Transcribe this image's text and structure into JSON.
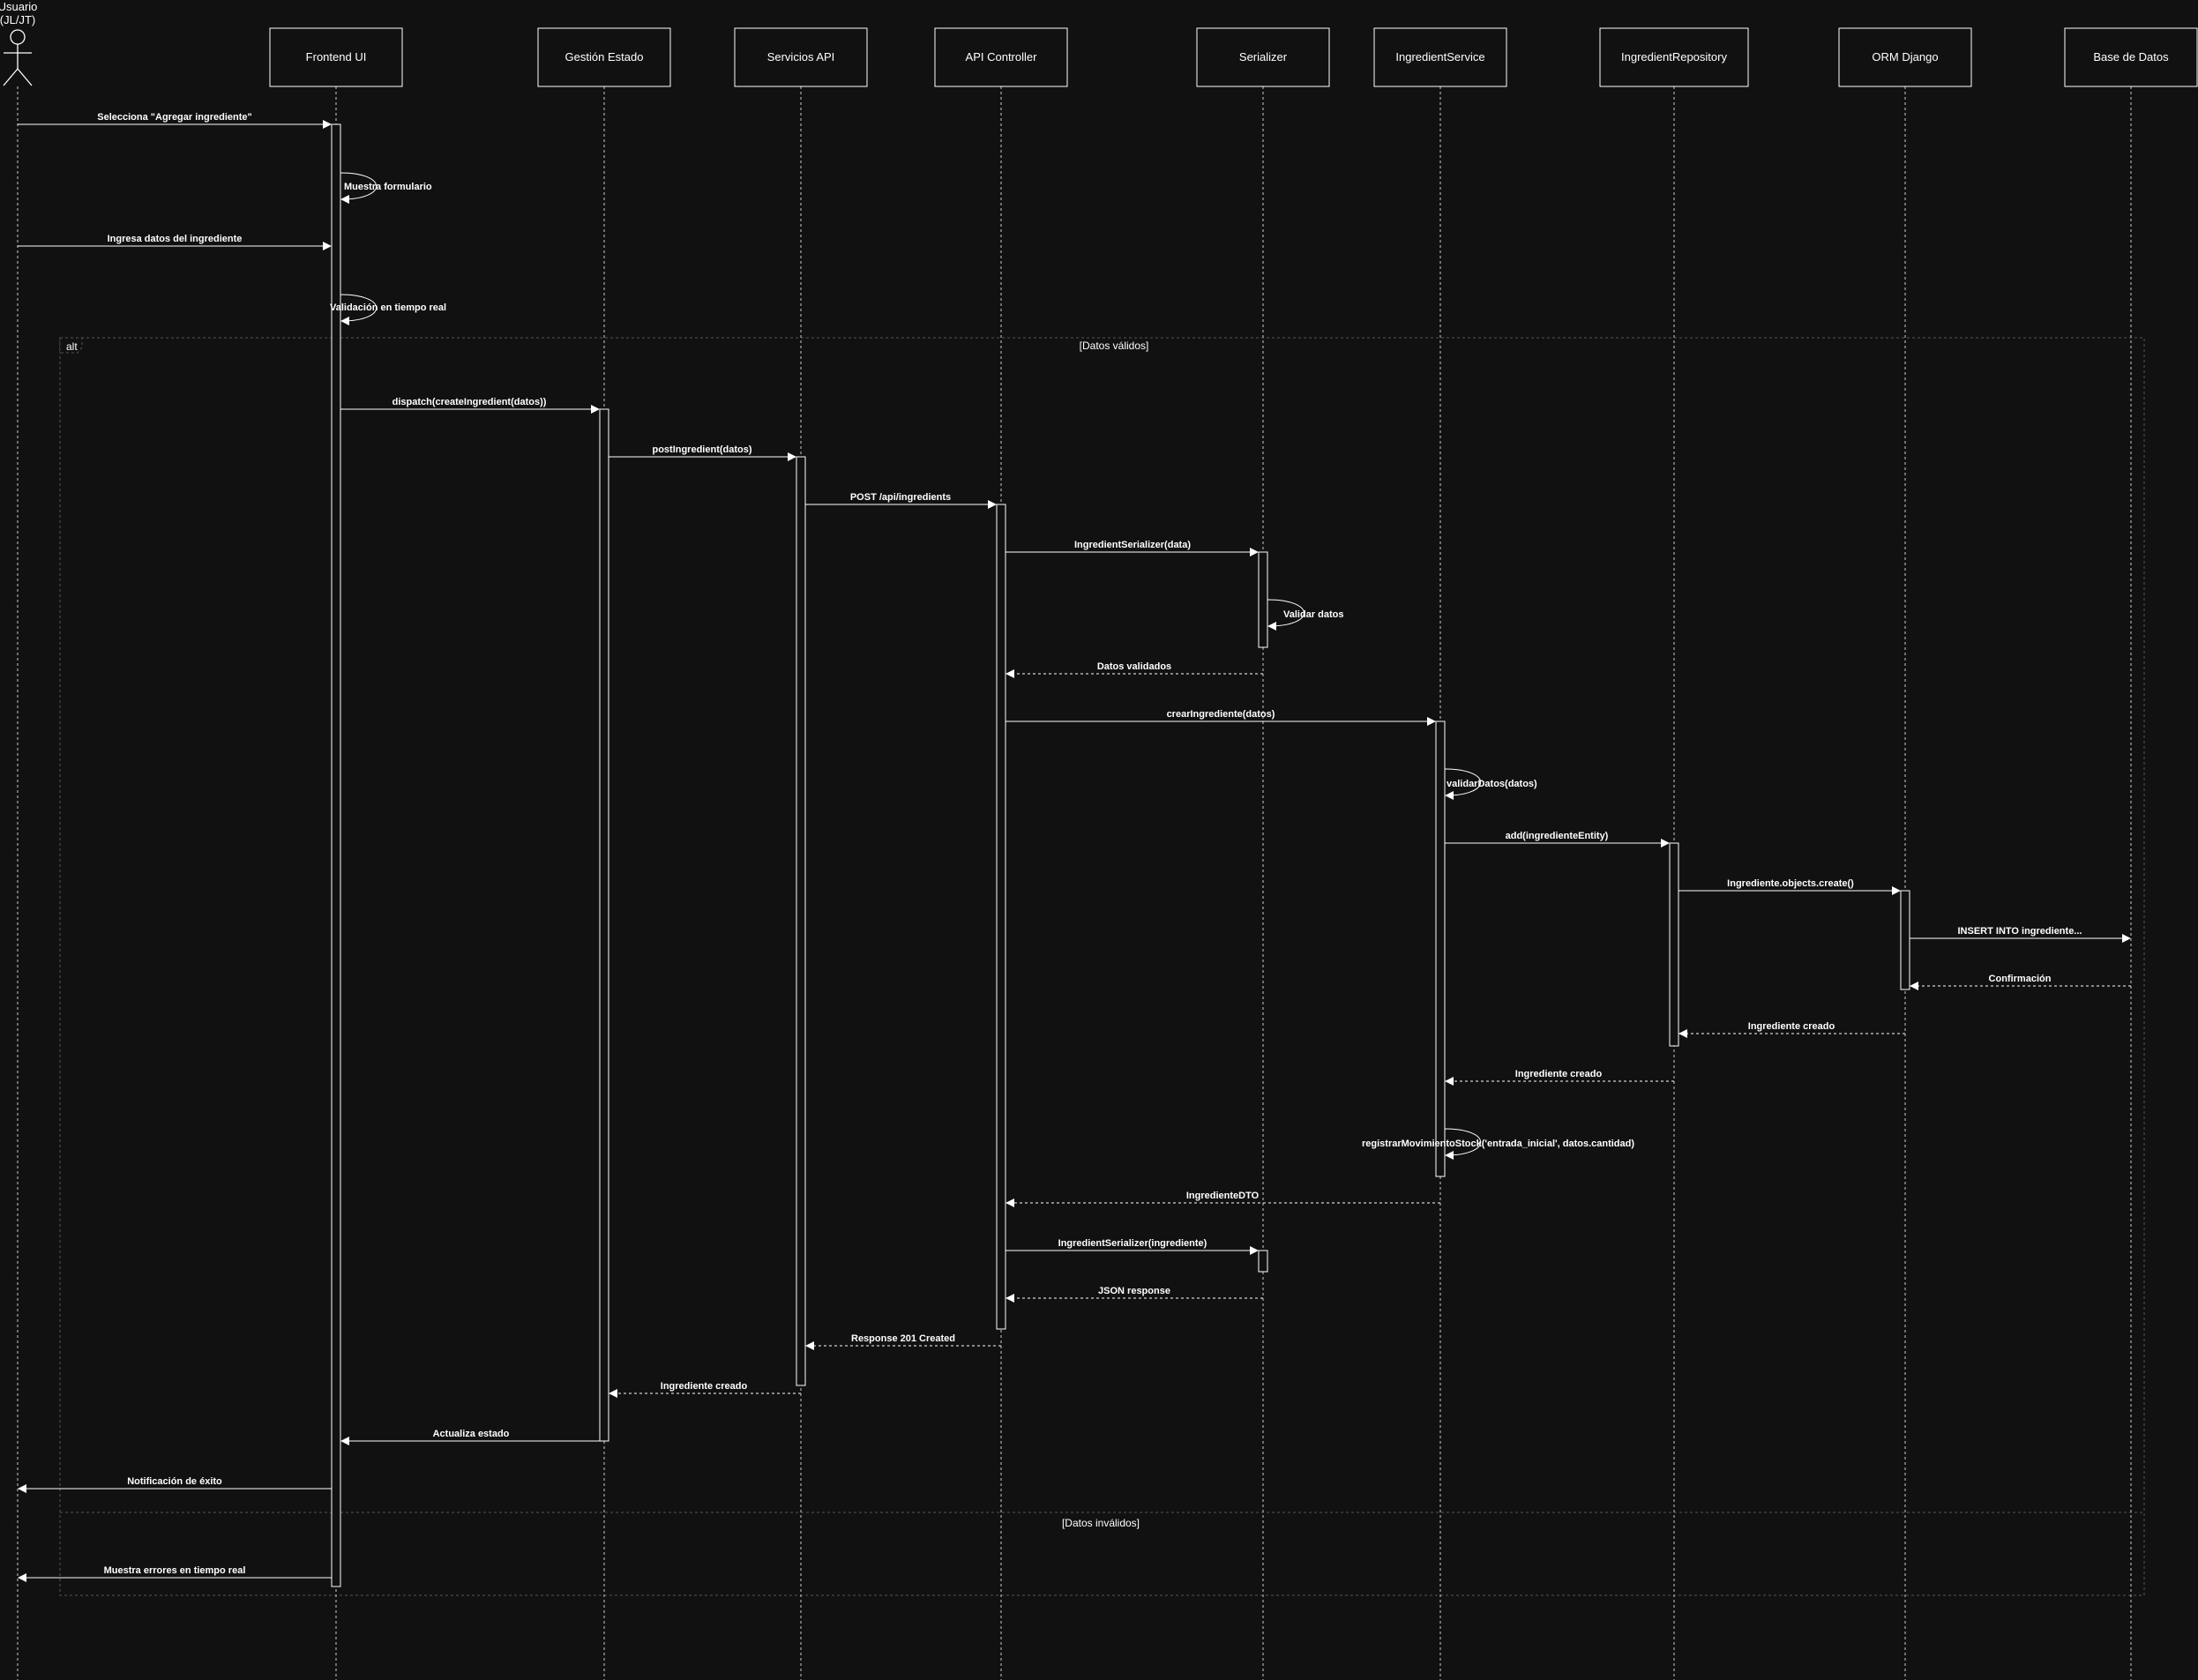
{
  "diagram": {
    "type": "sequence",
    "participants": [
      {
        "id": "usuario",
        "label": "Usuario (JL/JT)",
        "lines": [
          "Usuario",
          "(JL/JT)"
        ],
        "kind": "actor"
      },
      {
        "id": "frontend",
        "label": "Frontend UI",
        "kind": "box"
      },
      {
        "id": "estado",
        "label": "Gestión Estado",
        "kind": "box"
      },
      {
        "id": "servicios",
        "label": "Servicios API",
        "kind": "box"
      },
      {
        "id": "controller",
        "label": "API Controller",
        "kind": "box"
      },
      {
        "id": "serializer",
        "label": "Serializer",
        "kind": "box"
      },
      {
        "id": "ingservice",
        "label": "IngredientService",
        "kind": "box"
      },
      {
        "id": "ingrepo",
        "label": "IngredientRepository",
        "kind": "box"
      },
      {
        "id": "orm",
        "label": "ORM Django",
        "kind": "box"
      },
      {
        "id": "db",
        "label": "Base de Datos",
        "kind": "box"
      }
    ],
    "messages": [
      {
        "from": "usuario",
        "to": "frontend",
        "label": "Selecciona \"Agregar ingrediente\"",
        "style": "solid"
      },
      {
        "from": "frontend",
        "to": "frontend",
        "label": "Muestra formulario",
        "style": "self"
      },
      {
        "from": "usuario",
        "to": "frontend",
        "label": "Ingresa datos del ingrediente",
        "style": "solid"
      },
      {
        "from": "frontend",
        "to": "frontend",
        "label": "Validación en tiempo real",
        "style": "self"
      },
      {
        "from": "frontend",
        "to": "estado",
        "label": "dispatch(createIngredient(datos))",
        "style": "solid"
      },
      {
        "from": "estado",
        "to": "servicios",
        "label": "postIngredient(datos)",
        "style": "solid"
      },
      {
        "from": "servicios",
        "to": "controller",
        "label": "POST /api/ingredients",
        "style": "solid"
      },
      {
        "from": "controller",
        "to": "serializer",
        "label": "IngredientSerializer(data)",
        "style": "solid"
      },
      {
        "from": "serializer",
        "to": "serializer",
        "label": "Validar datos",
        "style": "self"
      },
      {
        "from": "serializer",
        "to": "controller",
        "label": "Datos validados",
        "style": "dashed"
      },
      {
        "from": "controller",
        "to": "ingservice",
        "label": "crearIngrediente(datos)",
        "style": "solid"
      },
      {
        "from": "ingservice",
        "to": "ingservice",
        "label": "validarDatos(datos)",
        "style": "self"
      },
      {
        "from": "ingservice",
        "to": "ingrepo",
        "label": "add(ingredienteEntity)",
        "style": "solid"
      },
      {
        "from": "ingrepo",
        "to": "orm",
        "label": "Ingrediente.objects.create()",
        "style": "solid"
      },
      {
        "from": "orm",
        "to": "db",
        "label": "INSERT INTO ingrediente...",
        "style": "solid"
      },
      {
        "from": "db",
        "to": "orm",
        "label": "Confirmación",
        "style": "dashed"
      },
      {
        "from": "orm",
        "to": "ingrepo",
        "label": "Ingrediente creado",
        "style": "dashed"
      },
      {
        "from": "ingrepo",
        "to": "ingservice",
        "label": "Ingrediente creado",
        "style": "dashed"
      },
      {
        "from": "ingservice",
        "to": "ingservice",
        "label": "registrarMovimientoStock('entrada_inicial', datos.cantidad)",
        "style": "self"
      },
      {
        "from": "ingservice",
        "to": "controller",
        "label": "IngredienteDTO",
        "style": "dashed"
      },
      {
        "from": "controller",
        "to": "serializer",
        "label": "IngredientSerializer(ingrediente)",
        "style": "solid"
      },
      {
        "from": "serializer",
        "to": "controller",
        "label": "JSON response",
        "style": "dashed"
      },
      {
        "from": "controller",
        "to": "servicios",
        "label": "Response 201 Created",
        "style": "dashed"
      },
      {
        "from": "servicios",
        "to": "estado",
        "label": "Ingrediente creado",
        "style": "dashed"
      },
      {
        "from": "estado",
        "to": "frontend",
        "label": "Actualiza estado",
        "style": "solid"
      },
      {
        "from": "frontend",
        "to": "usuario",
        "label": "Notificación de éxito",
        "style": "solid"
      },
      {
        "from": "frontend",
        "to": "usuario",
        "label": "Muestra errores en tiempo real",
        "style": "solid"
      }
    ],
    "fragment": {
      "operator": "alt",
      "guards": [
        "[Datos válidos]",
        "[Datos inválidos]"
      ]
    }
  }
}
